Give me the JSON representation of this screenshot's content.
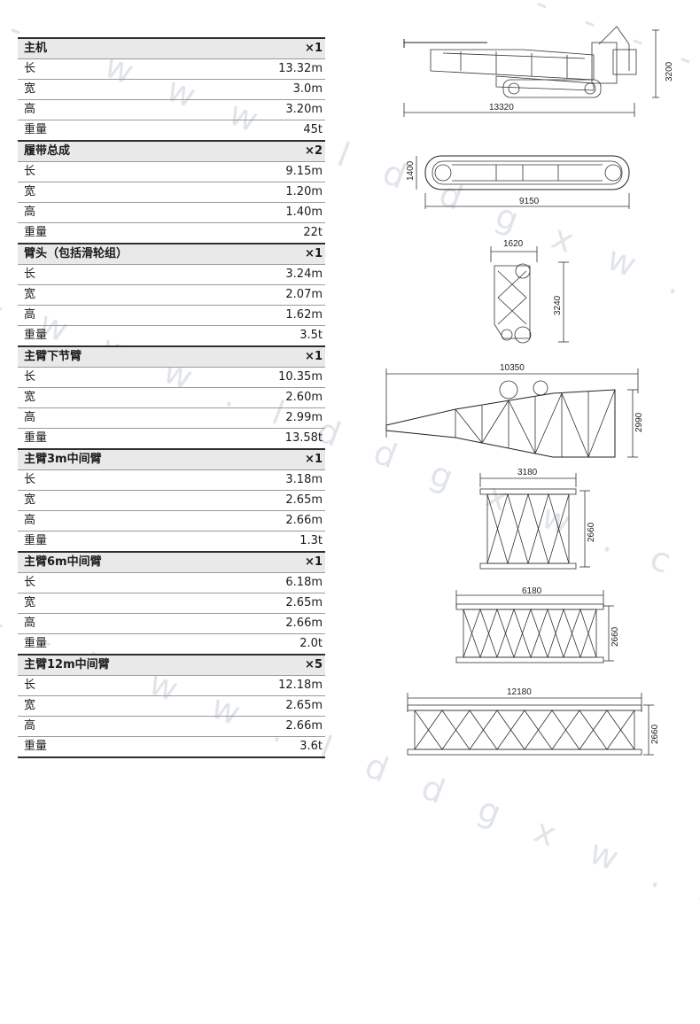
{
  "watermark": [
    "- - w w w . l d d g x w . c o m",
    "- - - - -",
    "- w w w . l d d g x w . c o m - - - -",
    "- - w w w . l d d g x w . c o m - - -"
  ],
  "components": [
    {
      "name": "主机",
      "count": "×1",
      "rows": [
        [
          "长",
          "13.32m"
        ],
        [
          "宽",
          "3.0m"
        ],
        [
          "高",
          "3.20m"
        ],
        [
          "重量",
          "45t"
        ]
      ]
    },
    {
      "name": "履带总成",
      "count": "×2",
      "rows": [
        [
          "长",
          "9.15m"
        ],
        [
          "宽",
          "1.20m"
        ],
        [
          "高",
          "1.40m"
        ],
        [
          "重量",
          "22t"
        ]
      ]
    },
    {
      "name": "臂头（包括滑轮组）",
      "count": "×1",
      "rows": [
        [
          "长",
          "3.24m"
        ],
        [
          "宽",
          "2.07m"
        ],
        [
          "高",
          "1.62m"
        ],
        [
          "重量",
          "3.5t"
        ]
      ]
    },
    {
      "name": "主臂下节臂",
      "count": "×1",
      "rows": [
        [
          "长",
          "10.35m"
        ],
        [
          "宽",
          "2.60m"
        ],
        [
          "高",
          "2.99m"
        ],
        [
          "重量",
          "13.58t"
        ]
      ]
    },
    {
      "name": "主臂3m中间臂",
      "count": "×1",
      "rows": [
        [
          "长",
          "3.18m"
        ],
        [
          "宽",
          "2.65m"
        ],
        [
          "高",
          "2.66m"
        ],
        [
          "重量",
          "1.3t"
        ]
      ]
    },
    {
      "name": "主臂6m中间臂",
      "count": "×1",
      "rows": [
        [
          "长",
          "6.18m"
        ],
        [
          "宽",
          "2.65m"
        ],
        [
          "高",
          "2.66m"
        ],
        [
          "重量",
          "2.0t"
        ]
      ]
    },
    {
      "name": "主臂12m中间臂",
      "count": "×5",
      "rows": [
        [
          "长",
          "12.18m"
        ],
        [
          "宽",
          "2.65m"
        ],
        [
          "高",
          "2.66m"
        ],
        [
          "重量",
          "3.6t"
        ]
      ]
    }
  ],
  "drawings": {
    "main_unit": {
      "length": "13320",
      "height": "3200"
    },
    "crawler": {
      "length": "9150",
      "height": "1400"
    },
    "boom_head": {
      "width": "1620",
      "height": "3240"
    },
    "boom_base": {
      "length": "10350",
      "height": "2990"
    },
    "boom_3m": {
      "length": "3180",
      "height": "2660"
    },
    "boom_6m": {
      "length": "6180",
      "height": "2660"
    },
    "boom_12m": {
      "length": "12180",
      "height": "2660"
    }
  }
}
